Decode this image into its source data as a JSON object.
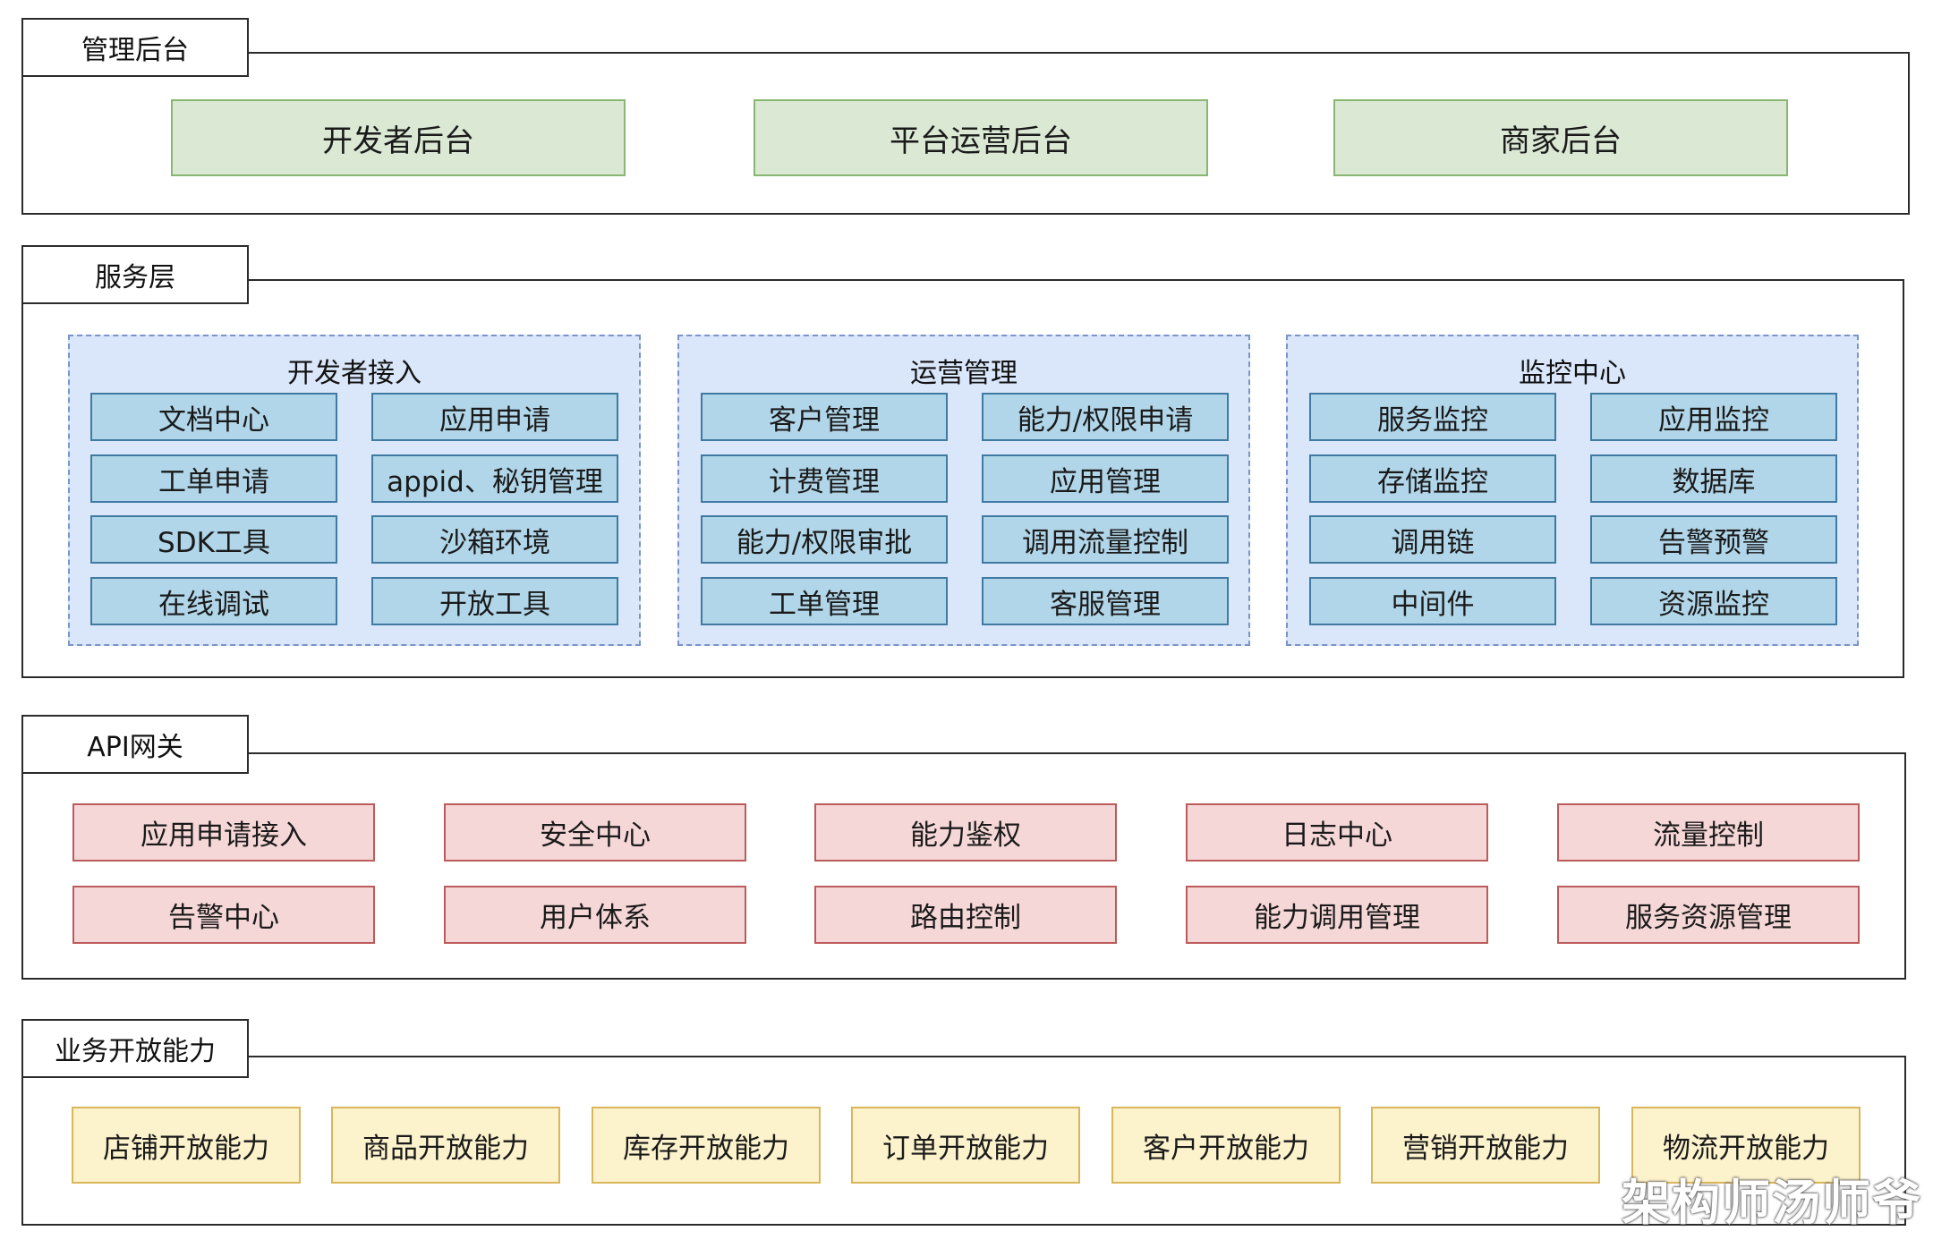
{
  "management": {
    "title": "管理后台",
    "items": [
      "开发者后台",
      "平台运营后台",
      "商家后台"
    ]
  },
  "service": {
    "title": "服务层",
    "groups": [
      {
        "title": "开发者接入",
        "items": [
          "文档中心",
          "应用申请",
          "工单申请",
          "appid、秘钥管理",
          "SDK工具",
          "沙箱环境",
          "在线调试",
          "开放工具"
        ]
      },
      {
        "title": "运营管理",
        "items": [
          "客户管理",
          "能力/权限申请",
          "计费管理",
          "应用管理",
          "能力/权限审批",
          "调用流量控制",
          "工单管理",
          "客服管理"
        ]
      },
      {
        "title": "监控中心",
        "items": [
          "服务监控",
          "应用监控",
          "存储监控",
          "数据库",
          "调用链",
          "告警预警",
          "中间件",
          "资源监控"
        ]
      }
    ]
  },
  "gateway": {
    "title": "API网关",
    "items": [
      "应用申请接入",
      "安全中心",
      "能力鉴权",
      "日志中心",
      "流量控制",
      "告警中心",
      "用户体系",
      "路由控制",
      "能力调用管理",
      "服务资源管理"
    ]
  },
  "business": {
    "title": "业务开放能力",
    "items": [
      "店铺开放能力",
      "商品开放能力",
      "库存开放能力",
      "订单开放能力",
      "客户开放能力",
      "营销开放能力",
      "物流开放能力"
    ]
  },
  "watermark": "架构师汤师爷"
}
